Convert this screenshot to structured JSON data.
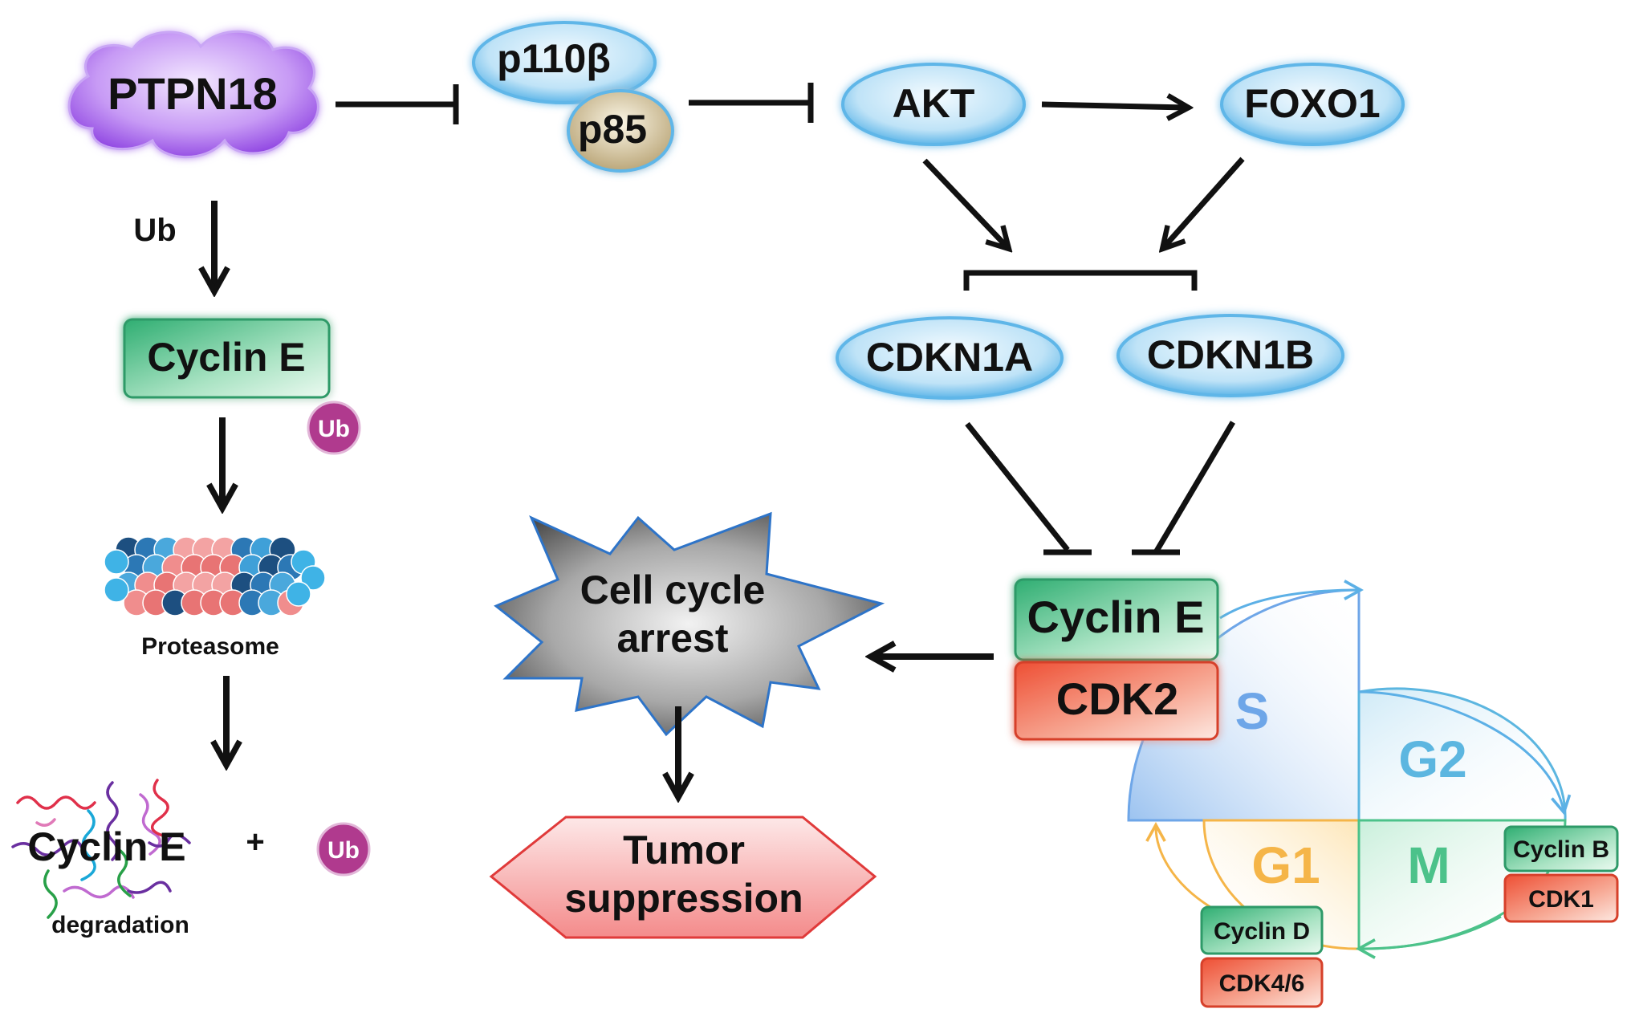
{
  "nodes": {
    "ptpn18": "PTPN18",
    "p110b": "p110β",
    "p85": "p85",
    "akt": "AKT",
    "foxo1": "FOXO1",
    "cdkn1a": "CDKN1A",
    "cdkn1b": "CDKN1B",
    "cyclin_e_top": "Cyclin E",
    "cyclin_e_complex": "Cyclin E",
    "cdk2": "CDK2",
    "cell_cycle_arrest_1": "Cell cycle",
    "cell_cycle_arrest_2": "arrest",
    "tumor_suppression_1": "Tumor",
    "tumor_suppression_2": "suppression",
    "proteasome": "Proteasome",
    "degraded_cyclin_e": "Cyclin E",
    "degradation": "degradation",
    "plus": "+"
  },
  "labels": {
    "ub_arrow": "Ub",
    "ub_badge_1": "Ub",
    "ub_badge_2": "Ub"
  },
  "cell_cycle": {
    "phase_s": "S",
    "phase_g2": "G2",
    "phase_g1": "G1",
    "phase_m": "M",
    "cyclin_b": "Cyclin B",
    "cdk1": "CDK1",
    "cyclin_d": "Cyclin D",
    "cdk46": "CDK4/6"
  },
  "colors": {
    "ellipse_blue": "#5fb6e8",
    "ellipse_light": "#dff1fb",
    "cloud_purple": "#9b59e8",
    "p85_tan": "#c9b98a",
    "green_box": "#37b27a",
    "red_box": "#ef5a40",
    "ub_magenta": "#b03a8e",
    "phase_s": "#6ea6e8",
    "phase_g2": "#5cb6e0",
    "phase_g1": "#f5b548",
    "phase_m": "#4cc28a"
  }
}
